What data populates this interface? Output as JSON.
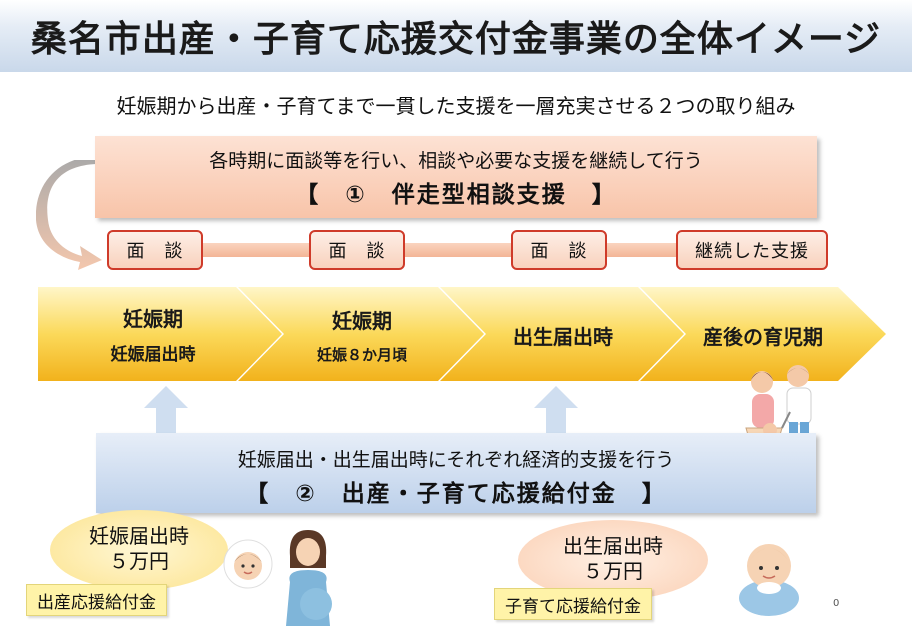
{
  "title": "桑名市出産・子育て応援交付金事業の全体イメージ",
  "subtitle": "妊娠期から出産・子育てまで一貫した支援を一層充実させる２つの取り組み",
  "support1": {
    "description": "各時期に面談等を行い、相談や必要な支援を継続して行う",
    "name": "【　①　伴走型相談支援　】"
  },
  "consultations": [
    {
      "label": "面　談"
    },
    {
      "label": "面　談"
    },
    {
      "label": "面　談"
    },
    {
      "label": "継続した支援"
    }
  ],
  "stages": [
    {
      "title": "妊娠期",
      "sub": "妊娠届出時"
    },
    {
      "title": "妊娠期",
      "sub": "妊娠８か月頃"
    },
    {
      "title": "出生届出時",
      "sub": ""
    },
    {
      "title": "産後の育児期",
      "sub": ""
    }
  ],
  "support2": {
    "description": "妊娠届出・出生届出時にそれぞれ経済的支援を行う",
    "name": "【　②　出産・子育て応援給付金　】"
  },
  "payments": [
    {
      "timing": "妊娠届出時",
      "amount": "５万円",
      "tag": "出産応援給付金"
    },
    {
      "timing": "出生届出時",
      "amount": "５万円",
      "tag": "子育て応援給付金"
    }
  ],
  "page_number": "0",
  "colors": {
    "title_band": "#c9d8ea",
    "support1_box": "#f8c4a9",
    "support2_box": "#bcd0ea",
    "consult_border": "#cf3b2a",
    "stage_chevron": "#f5c12e",
    "up_arrow": "#cfdef0",
    "tag_fill": "#fff3a8"
  },
  "icons": [
    "curved-arrow-icon",
    "up-arrow-icon",
    "family-illustration-icon",
    "baby-illustration-icon",
    "pregnant-woman-illustration-icon",
    "infant-illustration-icon"
  ]
}
